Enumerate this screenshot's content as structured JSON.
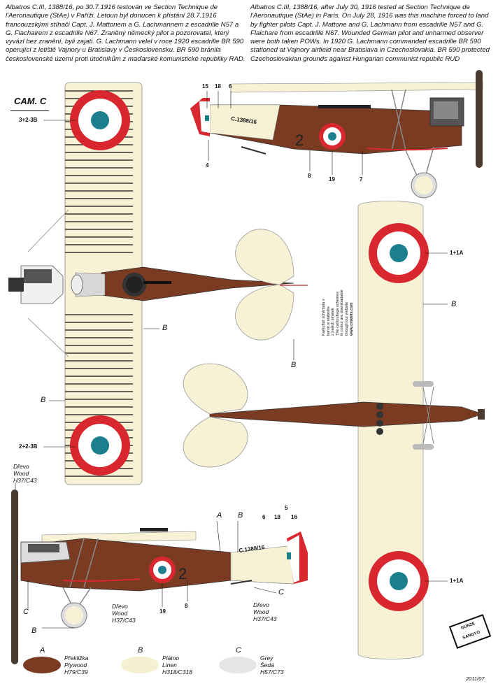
{
  "text_cz": "Albatros C.III, 1388/16, po 30.7.1916 testován ve Section Technique de l'Aeronautique (StAe) v Paříži. Letoun byl donucen k přistání 28.7.1916 francouzskými stíhači Capt. J. Mattonem  a G. Lachmannem z escadrille N57 a G. Flachairem z escadrille N67. Zraněný německý pilot a pozorovatel, který vyvázl bez zranění, byli zajati. G. Lachmann velel v roce 1920 escadrille BR 590 operující z letiště Vajnory u Bratislavy v Československu. BR 590 bránila československé území proti útočníkům z maďarské                                 komunistické republiky RAD.",
  "text_en": "Albatros C.III, 1388/16, after July 30, 1916 tested at Section Technique de l'Aeronautique (StAe) in Paris. On July 28, 1916 was this machine forced to land by fighter pilots Capt. J. Mattone and G. Lachmann from escadrille N57 and G. Flaichare from escadrille N67. Wounded German pilot and unharmed observer were both taken POWs. In 1920 G. Lachmann commanded escadrille BR 590 stationed at Vajnory airfield near Bratislava in Czechoslovakia. BR 590 protected Czechoslovakian grounds against Hungarian communist republic RUD",
  "cam_label": "CAM. C",
  "serial": "C.1388/16",
  "fuselage_number": "2",
  "callouts": {
    "top_left_wing": "3+2-3B",
    "bottom_left_wing": "2+2-3B",
    "right_wing_top": "1+1A",
    "right_wing_bottom": "1+1A",
    "n15": "15",
    "n18": "18",
    "n6": "6",
    "n4": "4",
    "n8": "8",
    "n19": "19",
    "n7": "7",
    "b_lower_n5": "5",
    "b_lower_n6": "6",
    "b_lower_n18": "18",
    "b_lower_n16": "16",
    "b_lower_n19": "19",
    "b_lower_n8": "8",
    "A": "A",
    "B": "B",
    "C": "C"
  },
  "material_labels": {
    "wood_cz": "Dřevo",
    "wood_en": "Wood",
    "wood_code": "H37/C43"
  },
  "side_note": [
    "Kamufláž schémata v",
    "barvě si stáhněte",
    "z našich stránek",
    "The camouflage schemes",
    "in colour are downloadable",
    "through our website",
    "www.cmkkits.com"
  ],
  "legend": [
    {
      "letter": "A",
      "cz": "Překližka",
      "en": "Plywood",
      "code": "H79/C39",
      "color": "#7a3b22"
    },
    {
      "letter": "B",
      "cz": "Plátno",
      "en": "Linen",
      "code": "H318/C318",
      "color": "#f6f0d2"
    },
    {
      "letter": "C",
      "cz": "Grey",
      "en": "Šedá",
      "code": "H57/C73",
      "color": "#e6e6e6"
    }
  ],
  "colors": {
    "wood": "#7a3b22",
    "linen": "#f7f1d6",
    "roundel_red": "#d8272e",
    "roundel_blue": "#1c7f8e"
  },
  "year": "2011/07",
  "logo": "GUNZE SANGYO"
}
